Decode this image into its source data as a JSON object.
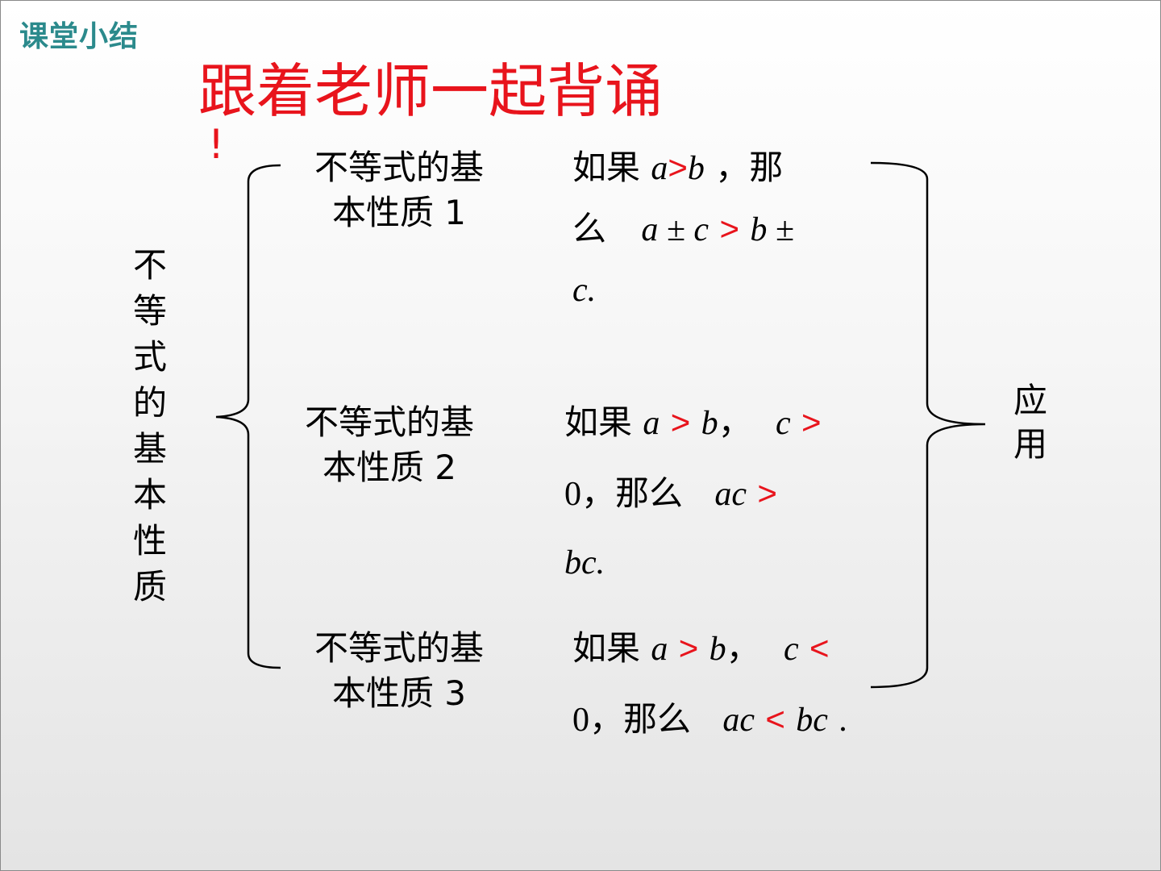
{
  "header": {
    "title": "课堂小结"
  },
  "recite": {
    "text": "跟着老师一起背诵",
    "mark": "!"
  },
  "left_title": [
    "不",
    "等",
    "式",
    "的",
    "基",
    "本",
    "性",
    "质"
  ],
  "right_title": [
    "应",
    "用"
  ],
  "properties": [
    {
      "line1": "不等式的基",
      "line2": "本性质 1"
    },
    {
      "line1": "不等式的基",
      "line2": "本性质 2"
    },
    {
      "line1": "不等式的基",
      "line2": "本性质 3"
    }
  ],
  "rule1": {
    "ruguo": "如果",
    "a": "a",
    "gt": ">",
    "b": "b",
    "comma_na": "，那",
    "me": "么",
    "pm1": "a ± c",
    "gt2": ">",
    "pm2": "b ±",
    "tail": "c."
  },
  "rule2": {
    "ruguo": "如果",
    "a": "a",
    "gt": ">",
    "b": "b",
    "comma": "，",
    "c": "c",
    "gt2": ">",
    "zero": "0",
    "comma_name": "，那么",
    "ac": "ac",
    "gt3": ">",
    "tail": "bc."
  },
  "rule3": {
    "ruguo": "如果",
    "a": "a",
    "gt": ">",
    "b": "b",
    "comma": "，",
    "c": "c",
    "lt": "<",
    "zero": "0",
    "comma_name": "，那么",
    "ac": "ac",
    "lt2": "<",
    "bc": "bc",
    "dot": "."
  }
}
